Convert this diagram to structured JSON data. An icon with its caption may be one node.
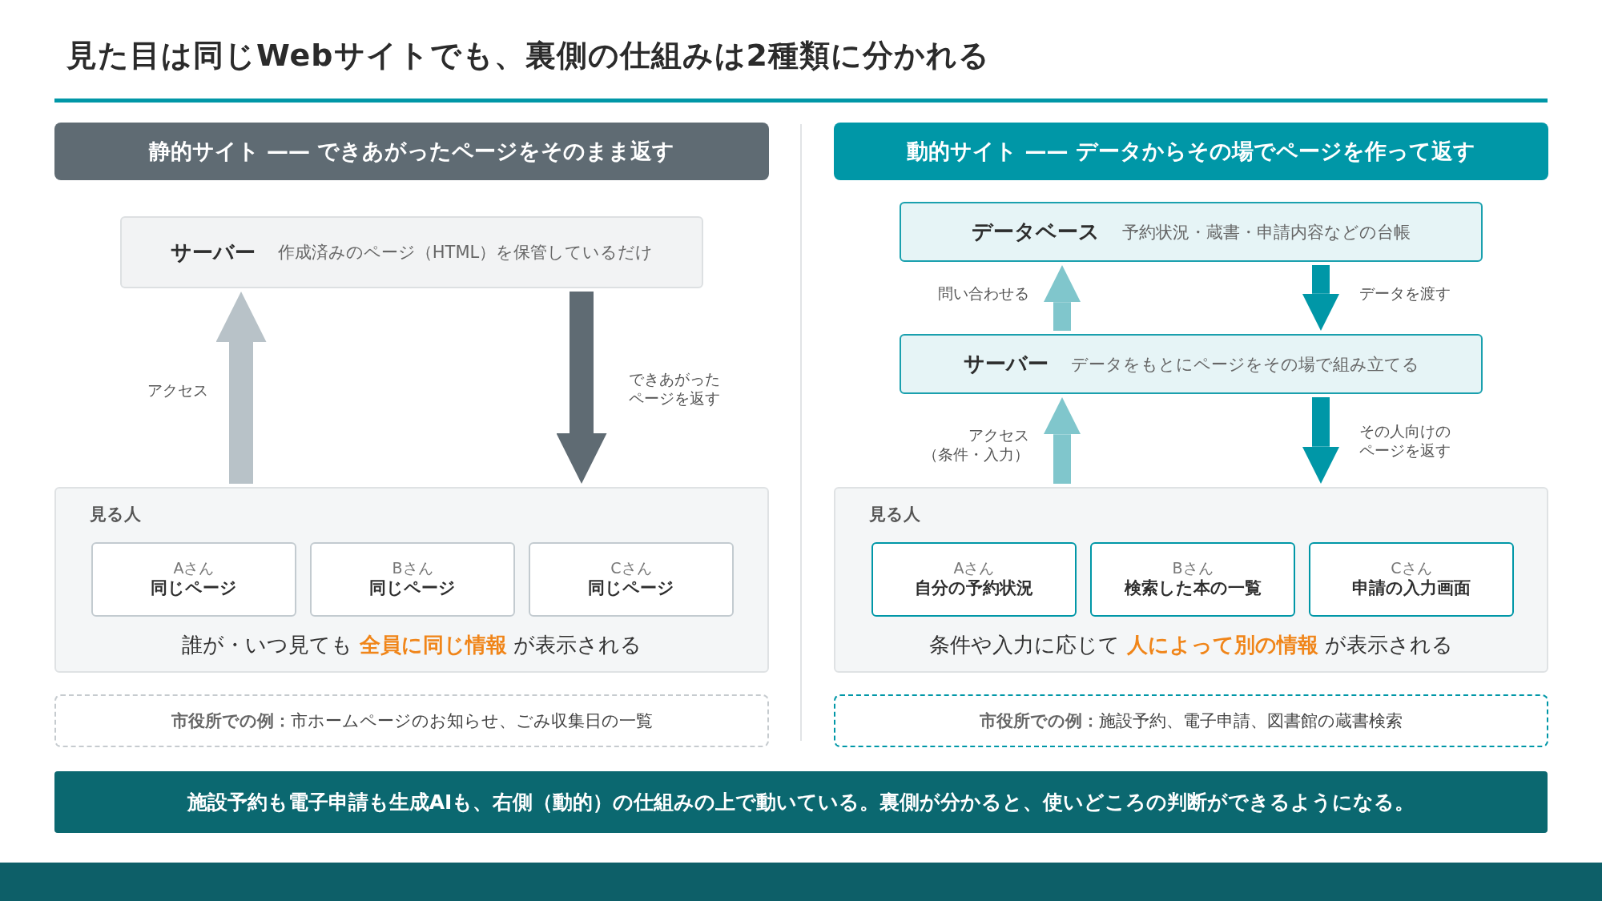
{
  "diagram": {
    "title": "見た目は同じWebサイトでも、裏側の仕組みは2種類に分かれる",
    "nodes": [
      {
        "text": [
          "静的サイト —— できあがったページをそのまま返す"
        ]
      },
      {
        "text": [
          "サーバー",
          "作成済みのページ（HTML）を保管しているだけ"
        ]
      },
      {
        "text": [
          "見る人",
          "誰が・いつ見ても **全員に同じ情報** が表示される"
        ]
      },
      {
        "text": [
          "Aさん",
          "同じページ"
        ],
        "in": 2
      },
      {
        "text": [
          "Bさん",
          "同じページ"
        ],
        "in": 2
      },
      {
        "text": [
          "Cさん",
          "同じページ"
        ],
        "in": 2
      },
      {
        "text": [
          "**市役所での例：**市ホームページのお知らせ、ごみ収集日の一覧"
        ]
      },
      {
        "text": [
          "動的サイト —— データからその場でページを作って返す"
        ]
      },
      {
        "text": [
          "データベース",
          "予約状況・蔵書・申請内容などの台帳"
        ]
      },
      {
        "text": [
          "サーバー",
          "データをもとにページをその場で組み立てる"
        ]
      },
      {
        "text": [
          "見る人",
          "条件や入力に応じて **人によって別の情報** が表示される"
        ]
      },
      {
        "text": [
          "Aさん",
          "自分の予約状況"
        ],
        "in": 10
      },
      {
        "text": [
          "Bさん",
          "検索した本の一覧"
        ],
        "in": 10
      },
      {
        "text": [
          "Cさん",
          "申請の入力画面"
        ],
        "in": 10
      },
      {
        "text": [
          "**市役所での例：**施設予約、電子申請、図書館の蔵書検索"
        ]
      },
      {
        "text": [
          "施設予約も電子申請も生成AIも、右側（動的）の仕組みの上で動いている。裏側が分かると、使いどころの判断ができるようになる。"
        ]
      }
    ],
    "edges": [
      {
        "from": 2,
        "to": 1,
        "arrow": "to",
        "label": "アクセス",
        "color": "#b8c2c8"
      },
      {
        "from": 1,
        "to": 2,
        "arrow": "to",
        "label": "できあがったページを返す",
        "color": "#5f6b73"
      },
      {
        "from": 9,
        "to": 8,
        "arrow": "to",
        "label": "問い合わせる",
        "color": "#80c6cc"
      },
      {
        "from": 8,
        "to": 9,
        "arrow": "to",
        "label": "データを渡す",
        "color": "#0097a7"
      },
      {
        "from": 10,
        "to": 9,
        "arrow": "to",
        "label": "アクセス（条件・入力）",
        "color": "#80c6cc"
      },
      {
        "from": 9,
        "to": 10,
        "arrow": "to",
        "label": "その人向けのページを返す",
        "color": "#0097a7"
      }
    ]
  }
}
